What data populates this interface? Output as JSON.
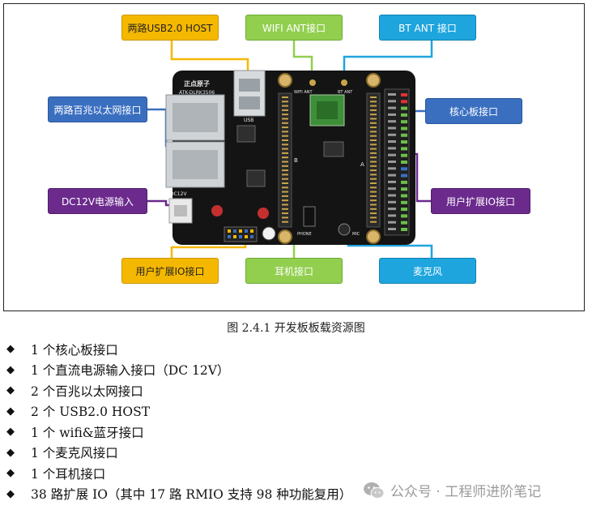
{
  "figure": {
    "callouts": {
      "usb_host": "两路USB2.0 HOST",
      "wifi_ant": "WIFI ANT接口",
      "bt_ant": "BT ANT 接口",
      "ethernet": "两路百兆以太网接口",
      "core_board": "核心板接口",
      "dc_power": "DC12V电源输入",
      "user_io_right": "用户扩展IO接口",
      "user_io_left": "用户扩展IO接口",
      "headphone": "耳机接口",
      "microphone": "麦克风"
    },
    "board": {
      "brand": "正点原子",
      "model": "ATK-DLRK3506",
      "silk_usb": "USB",
      "silk_dc": "DC12V",
      "silk_wifi": "WIFI ANT",
      "silk_bt": "BT ANT",
      "silk_phone": "PHONE",
      "silk_mic": "MIC",
      "silk_a": "A",
      "silk_b": "B"
    },
    "colors": {
      "yellow": "#f5b800",
      "green": "#92cf4f",
      "cyan": "#1ea5de",
      "blue": "#3a6fc0",
      "purple": "#6b2a8c"
    }
  },
  "caption": "图 2.4.1 开发板板载资源图",
  "spec_bullet": "◆",
  "specs": [
    "1 个核心板接口",
    "1 个直流电源输入接口（DC 12V）",
    "2 个百兆以太网接口",
    "2 个 USB2.0 HOST",
    "1 个 wifi&蓝牙接口",
    "1 个麦克风接口",
    "1 个耳机接口",
    "38 路扩展 IO（其中 17 路 RMIO 支持 98 种功能复用）"
  ],
  "watermark": {
    "icon": "wechat-icon",
    "text": "公众号 · 工程师进阶笔记"
  }
}
